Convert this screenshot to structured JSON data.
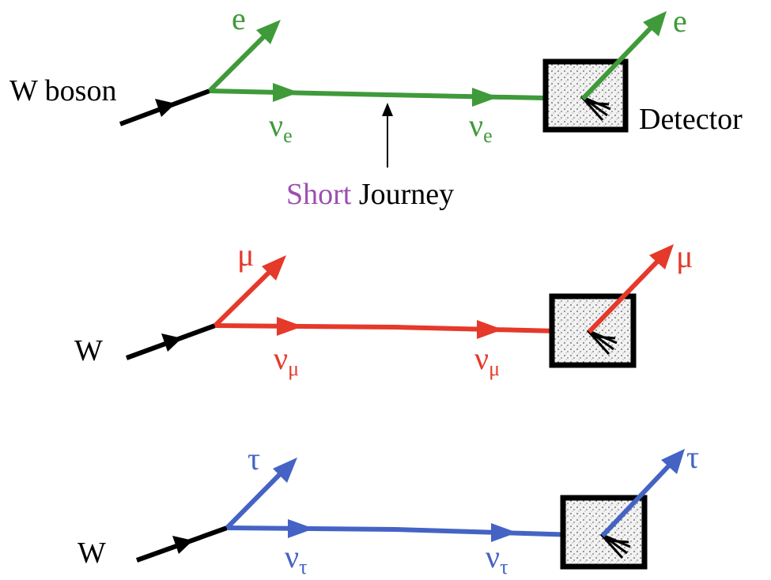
{
  "colors": {
    "electron": "#3f9a3a",
    "muon": "#e5392a",
    "tau": "#4463c4",
    "short_word": "#9b4fb0",
    "ink": "#000000"
  },
  "rows": [
    {
      "id": "electron",
      "source_label": "W boson",
      "lepton_label": "e",
      "lepton_label_detector": "e",
      "neutrino_symbol": "ν",
      "neutrino_subscript": "e",
      "detector_label": "Detector"
    },
    {
      "id": "muon",
      "source_label": "W",
      "lepton_label": "μ",
      "lepton_label_detector": "μ",
      "neutrino_symbol": "ν",
      "neutrino_subscript": "μ"
    },
    {
      "id": "tau",
      "source_label": "W",
      "lepton_label": "τ",
      "lepton_label_detector": "τ",
      "neutrino_symbol": "ν",
      "neutrino_subscript": "τ"
    }
  ],
  "journey_note": {
    "word1": "Short",
    "word2": "Journey"
  }
}
